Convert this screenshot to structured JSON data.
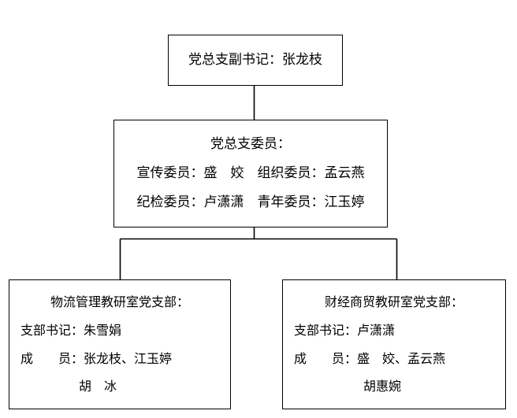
{
  "diagram": {
    "type": "org-chart",
    "title_text": "",
    "line_color": "#000000",
    "box_border_color": "#000000",
    "background_color": "#ffffff",
    "nodes": {
      "deputy_secretary": {
        "label": "党总支副书记：张龙枝"
      },
      "committee": {
        "heading": "党总支委员：",
        "members_line1": "宣传委员：盛　姣　组织委员：孟云燕",
        "members_line2": "纪检委员：卢潇潇　青年委员：江玉婷"
      },
      "branch_logistics": {
        "title": "物流管理教研室党支部：",
        "secretary": "支部书记：朱雪娟",
        "members_line1": "成　　员：张龙枝、江玉婷",
        "members_line2": "胡　冰"
      },
      "branch_finance": {
        "title": "财经商贸教研室党支部：",
        "secretary": "支部书记：卢潇潇",
        "members_line1": "成　　员：盛　姣、孟云燕",
        "members_line2": "胡惠婉"
      }
    }
  }
}
